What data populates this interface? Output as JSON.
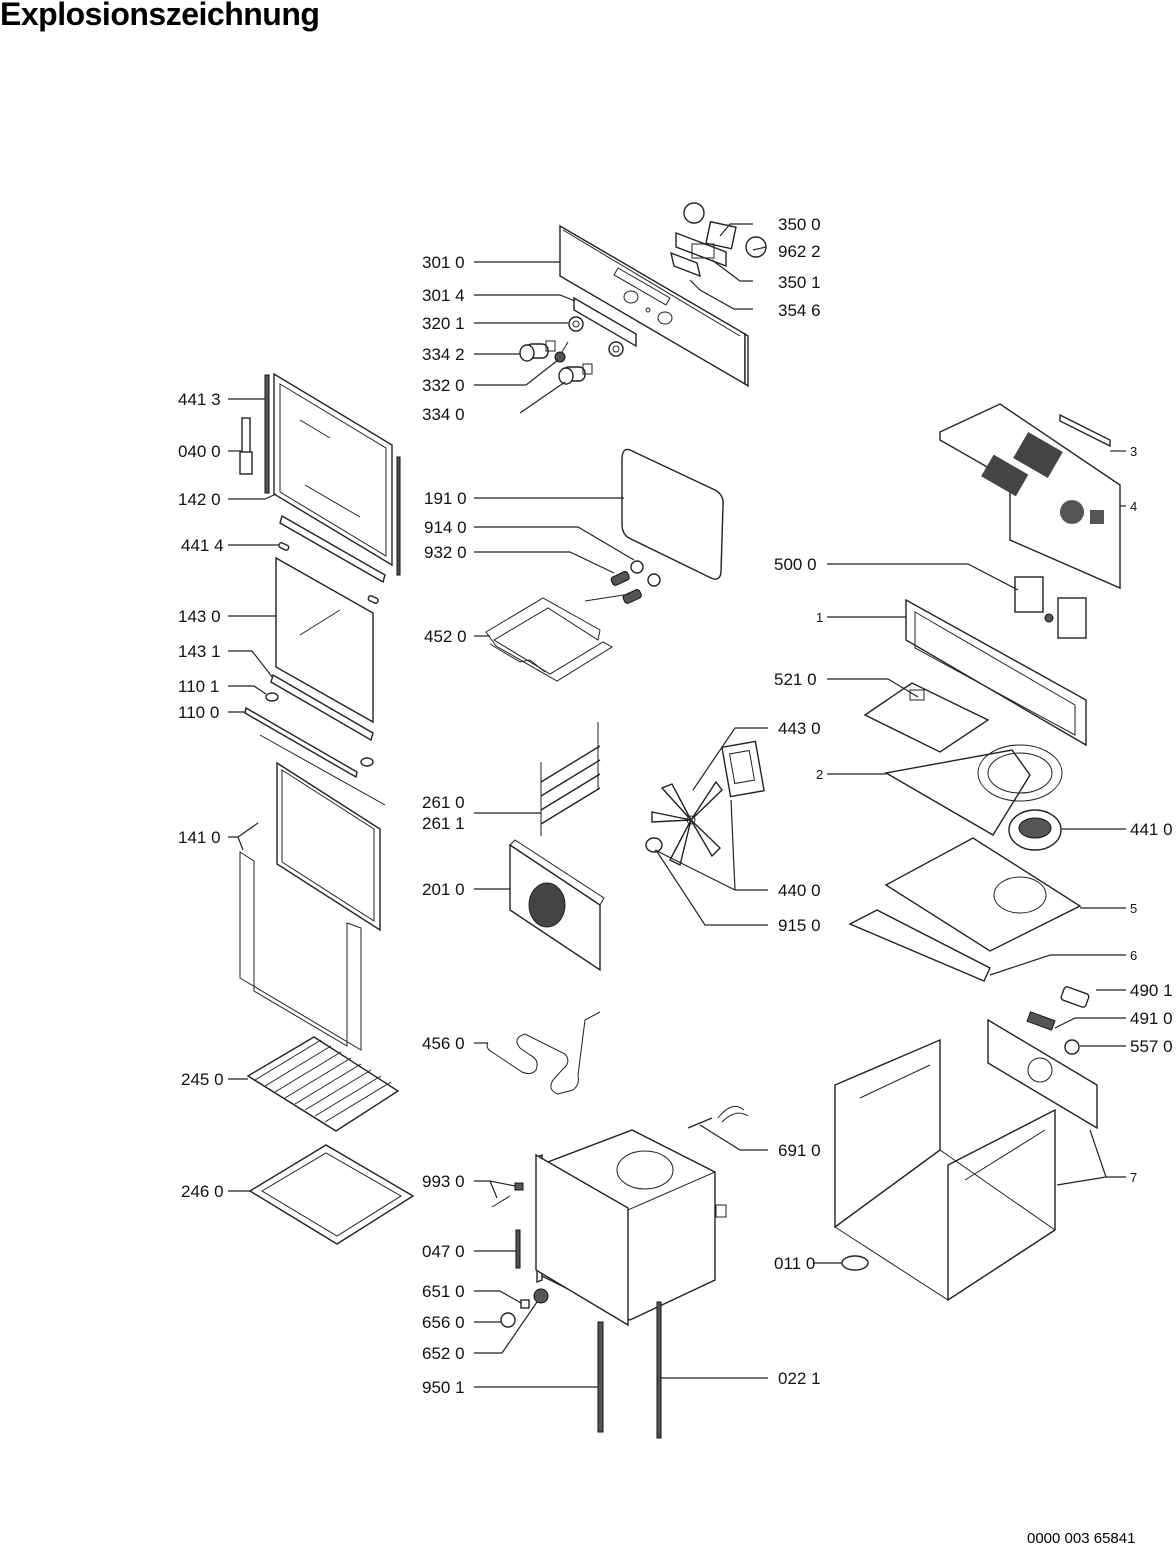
{
  "title": "Explosionszeichnung",
  "document_number": "0000 003 65841",
  "callouts": [
    {
      "id": "c3500",
      "label": "350 0"
    },
    {
      "id": "c9622",
      "label": "962 2"
    },
    {
      "id": "c3010",
      "label": "301 0"
    },
    {
      "id": "c3501",
      "label": "350 1"
    },
    {
      "id": "c3014",
      "label": "301 4"
    },
    {
      "id": "c3546",
      "label": "354 6"
    },
    {
      "id": "c3201",
      "label": "320 1"
    },
    {
      "id": "c3342",
      "label": "334 2"
    },
    {
      "id": "c3320",
      "label": "332 0"
    },
    {
      "id": "c3340",
      "label": "334 0"
    },
    {
      "id": "c4413",
      "label": "441 3"
    },
    {
      "id": "c0400",
      "label": "040 0"
    },
    {
      "id": "c1420",
      "label": "142 0"
    },
    {
      "id": "c4414",
      "label": "441 4"
    },
    {
      "id": "c1430",
      "label": "143 0"
    },
    {
      "id": "c1431",
      "label": "143 1"
    },
    {
      "id": "c1101",
      "label": "110 1"
    },
    {
      "id": "c1100",
      "label": "110 0"
    },
    {
      "id": "c1410",
      "label": "141 0"
    },
    {
      "id": "c2450",
      "label": "245 0"
    },
    {
      "id": "c2460",
      "label": "246 0"
    },
    {
      "id": "c1910",
      "label": "191 0"
    },
    {
      "id": "c9140",
      "label": "914 0"
    },
    {
      "id": "c9320",
      "label": "932 0"
    },
    {
      "id": "c4520",
      "label": "452 0"
    },
    {
      "id": "c2610",
      "label": "261 0"
    },
    {
      "id": "c2611",
      "label": "261 1"
    },
    {
      "id": "c2010",
      "label": "201 0"
    },
    {
      "id": "c4560",
      "label": "456 0"
    },
    {
      "id": "c9930",
      "label": "993 0"
    },
    {
      "id": "c0470",
      "label": "047 0"
    },
    {
      "id": "c6510",
      "label": "651 0"
    },
    {
      "id": "c6560",
      "label": "656 0"
    },
    {
      "id": "c6520",
      "label": "652 0"
    },
    {
      "id": "c9501",
      "label": "950 1"
    },
    {
      "id": "c0221",
      "label": "022 1"
    },
    {
      "id": "c6910",
      "label": "691 0"
    },
    {
      "id": "c0110",
      "label": "011 0"
    },
    {
      "id": "c4430",
      "label": "443 0"
    },
    {
      "id": "c4400",
      "label": "440 0"
    },
    {
      "id": "c9150",
      "label": "915 0"
    },
    {
      "id": "c3",
      "label": "3"
    },
    {
      "id": "c4",
      "label": "4"
    },
    {
      "id": "c5000",
      "label": "500 0"
    },
    {
      "id": "c1",
      "label": "1"
    },
    {
      "id": "c5210",
      "label": "521 0"
    },
    {
      "id": "c2",
      "label": "2"
    },
    {
      "id": "c4410",
      "label": "441 0"
    },
    {
      "id": "c5",
      "label": "5"
    },
    {
      "id": "c6",
      "label": "6"
    },
    {
      "id": "c4901",
      "label": "490 1"
    },
    {
      "id": "c4910",
      "label": "491 0"
    },
    {
      "id": "c5570",
      "label": "557 0"
    },
    {
      "id": "c7",
      "label": "7"
    }
  ]
}
